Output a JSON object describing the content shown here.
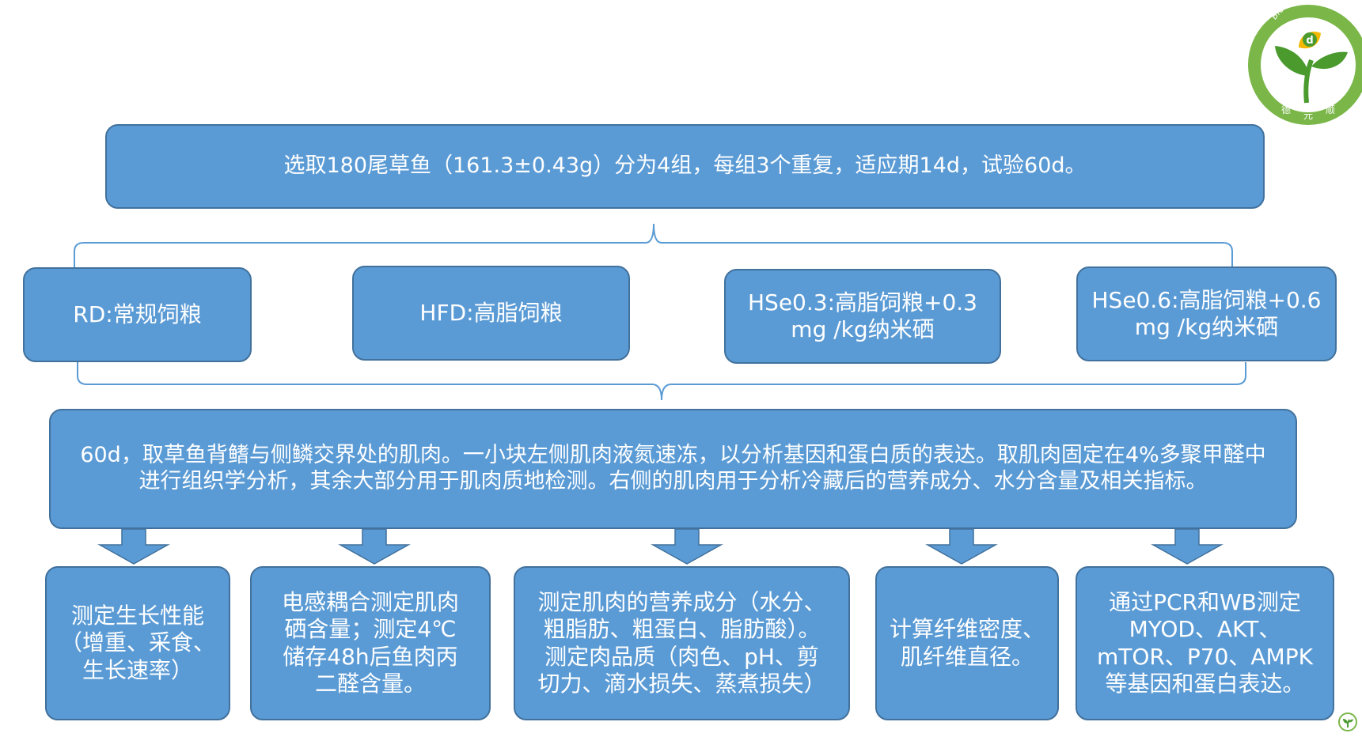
{
  "colors": {
    "box_fill": "#5b9bd5",
    "box_border": "#41719c",
    "box_text": "#ffffff",
    "logo_ring": "#7ab648",
    "logo_leaf": "#4a9a2e"
  },
  "logo": {
    "icon": "plant-leaf-logo-icon",
    "arc_text": "Bio-Technology",
    "badge_letter": "d",
    "chars": [
      "德",
      "元",
      "顺"
    ]
  },
  "corner_icon": "small-leaf-logo-icon",
  "top": {
    "text": "选取180尾草鱼（161.3±0.43g）分为4组，每组3个重复，适应期14d，试验60d。"
  },
  "groups": [
    {
      "text": "RD:常规饲粮"
    },
    {
      "text": "HFD:高脂饲粮"
    },
    {
      "text": "HSe0.3:高脂饲粮+0.3\nmg /kg纳米硒"
    },
    {
      "text": "HSe0.6:高脂饲粮+0.6\nmg /kg纳米硒"
    }
  ],
  "middle": {
    "text": "60d，取草鱼背鳍与侧鳞交界处的肌肉。一小块左侧肌肉液氮速冻，以分析基因和蛋白质的表达。取肌肉固定在4%多聚甲醛中进行组织学分析，其余大部分用于肌肉质地检测。右侧的肌肉用于分析冷藏后的营养成分、水分含量及相关指标。"
  },
  "outcomes": [
    {
      "text": "测定生长性能\n（增重、采食、\n生长速率）"
    },
    {
      "text": "电感耦合测定肌肉\n硒含量；测定4℃\n储存48h后鱼肉丙\n二醛含量。"
    },
    {
      "text": "测定肌肉的营养成分（水分、\n粗脂肪、粗蛋白、脂肪酸）。\n测定肉品质（肉色、pH、剪\n切力、滴水损失、蒸煮损失）"
    },
    {
      "text": "计算纤维密度、\n肌纤维直径。"
    },
    {
      "text": "通过PCR和WB测定\nMYOD、AKT、\nmTOR、P70、AMPK\n等基因和蛋白表达。"
    }
  ]
}
